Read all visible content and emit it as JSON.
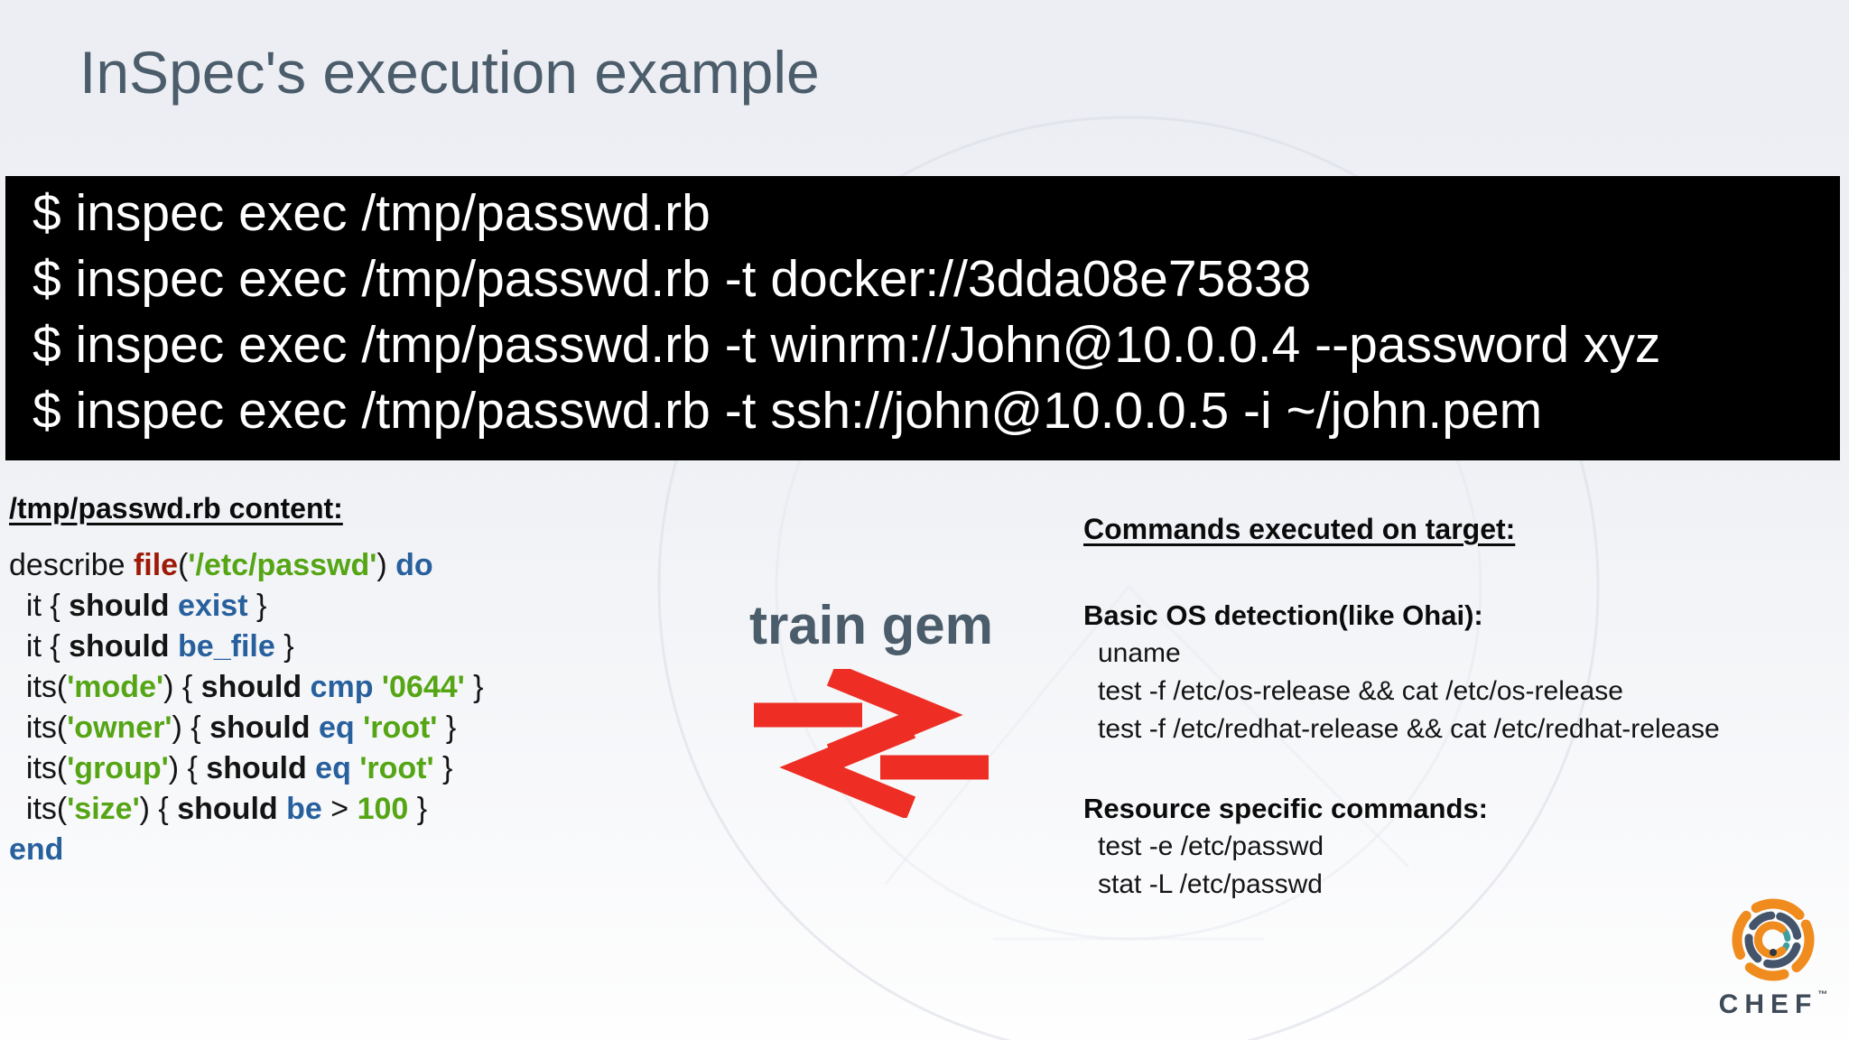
{
  "slide": {
    "title": "InSpec's execution example"
  },
  "terminal": {
    "lines": [
      "$ inspec exec /tmp/passwd.rb",
      "$ inspec exec /tmp/passwd.rb -t docker://3dda08e75838",
      "$ inspec exec /tmp/passwd.rb -t winrm://John@10.0.0.4 --password xyz",
      "$ inspec exec /tmp/passwd.rb -t ssh://john@10.0.0.5 -i ~/john.pem"
    ]
  },
  "code_panel": {
    "heading": "/tmp/passwd.rb content:",
    "lines": [
      [
        [
          "plain",
          "describe "
        ],
        [
          "res",
          "file"
        ],
        [
          "plain",
          "("
        ],
        [
          "str",
          "'/etc/passwd'"
        ],
        [
          "plain",
          ") "
        ],
        [
          "kw",
          "do"
        ]
      ],
      [
        [
          "plain",
          "  it { "
        ],
        [
          "b",
          "should"
        ],
        [
          "plain",
          " "
        ],
        [
          "kw",
          "exist"
        ],
        [
          "plain",
          " }"
        ]
      ],
      [
        [
          "plain",
          "  it { "
        ],
        [
          "b",
          "should"
        ],
        [
          "plain",
          " "
        ],
        [
          "kw",
          "be_file"
        ],
        [
          "plain",
          " }"
        ]
      ],
      [
        [
          "plain",
          "  its("
        ],
        [
          "str",
          "'mode'"
        ],
        [
          "plain",
          ") { "
        ],
        [
          "b",
          "should"
        ],
        [
          "plain",
          " "
        ],
        [
          "kw",
          "cmp"
        ],
        [
          "plain",
          " "
        ],
        [
          "str",
          "'0644'"
        ],
        [
          "plain",
          " }"
        ]
      ],
      [
        [
          "plain",
          "  its("
        ],
        [
          "str",
          "'owner'"
        ],
        [
          "plain",
          ") { "
        ],
        [
          "b",
          "should"
        ],
        [
          "plain",
          " "
        ],
        [
          "kw",
          "eq"
        ],
        [
          "plain",
          " "
        ],
        [
          "str",
          "'root'"
        ],
        [
          "plain",
          " }"
        ]
      ],
      [
        [
          "plain",
          "  its("
        ],
        [
          "str",
          "'group'"
        ],
        [
          "plain",
          ") { "
        ],
        [
          "b",
          "should"
        ],
        [
          "plain",
          " "
        ],
        [
          "kw",
          "eq"
        ],
        [
          "plain",
          " "
        ],
        [
          "str",
          "'root'"
        ],
        [
          "plain",
          " }"
        ]
      ],
      [
        [
          "plain",
          "  its("
        ],
        [
          "str",
          "'size'"
        ],
        [
          "plain",
          ") { "
        ],
        [
          "b",
          "should"
        ],
        [
          "plain",
          " "
        ],
        [
          "kw",
          "be"
        ],
        [
          "plain",
          " > "
        ],
        [
          "str",
          "100"
        ],
        [
          "plain",
          " }"
        ]
      ],
      [
        [
          "kw",
          "end"
        ]
      ]
    ]
  },
  "train": {
    "label": "train gem",
    "icon": "double-arrow-train-icon"
  },
  "target_panel": {
    "heading": "Commands executed on target:",
    "sections": [
      {
        "title": "Basic OS detection(like Ohai):",
        "commands": [
          "uname",
          "test -f /etc/os-release && cat /etc/os-release",
          "test -f /etc/redhat-release && cat /etc/redhat-release"
        ]
      },
      {
        "title": "Resource specific commands:",
        "commands": [
          "test -e /etc/passwd",
          "stat -L /etc/passwd"
        ]
      }
    ]
  },
  "branding": {
    "wordmark": "CHEF",
    "trademark": "™"
  },
  "colors": {
    "background_top": "#eceef3",
    "background_bottom": "#fefefe",
    "title_text": "#4b5c6b",
    "terminal_bg": "#000000",
    "terminal_text": "#ffffff",
    "code_keyword_blue": "#28609d",
    "code_string_green": "#55a514",
    "code_resource_red": "#9e1a06",
    "train_arrow_red": "#ee2e24",
    "chef_orange": "#f08b1e",
    "chef_slate": "#44546a",
    "chef_teal": "#3f9da0",
    "chef_wordmark": "#3e4a57"
  }
}
